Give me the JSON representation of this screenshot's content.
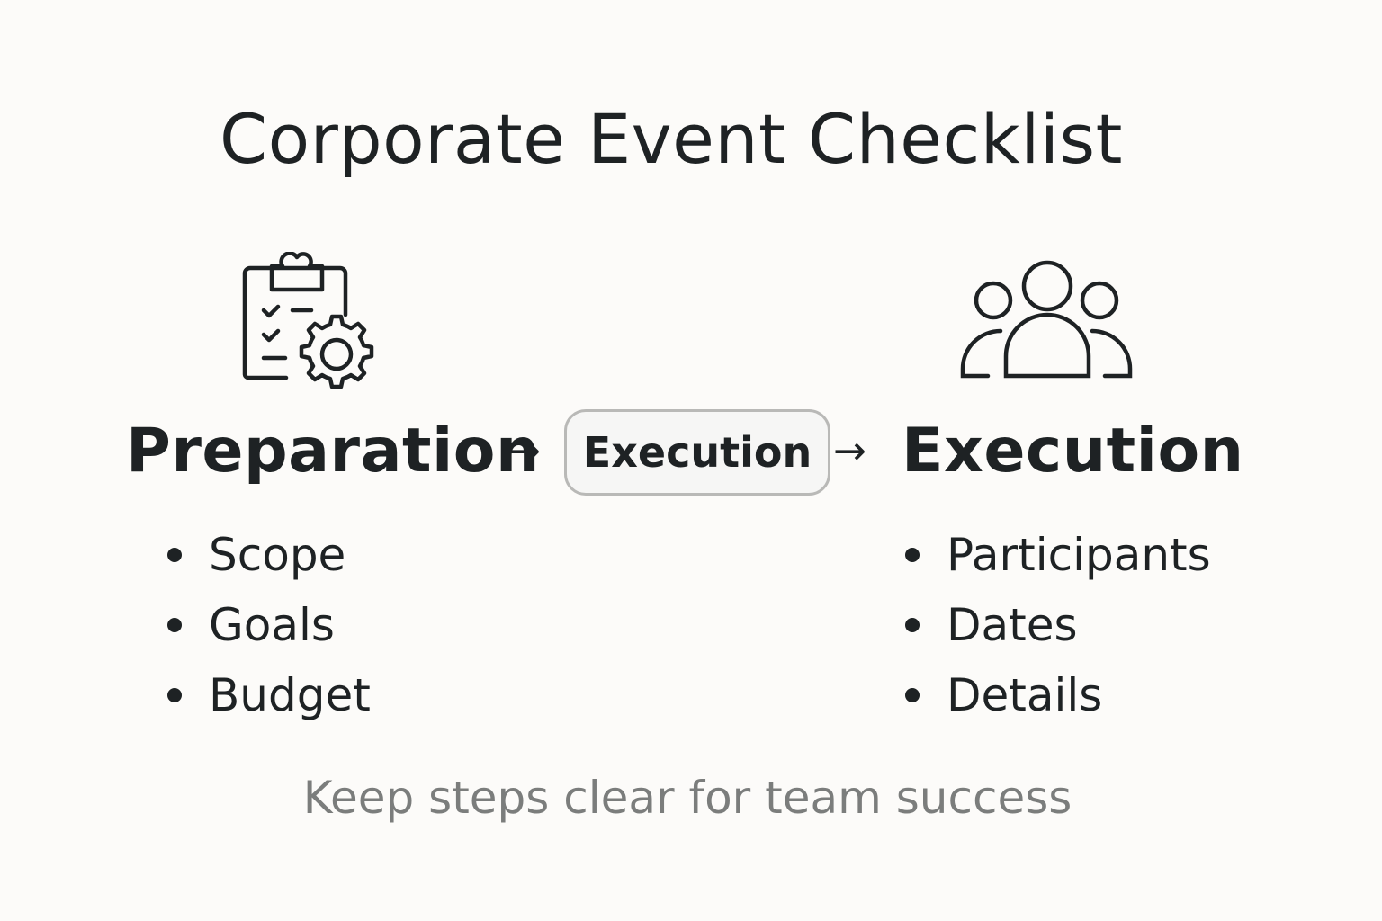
{
  "title": "Corporate Event Checklist",
  "preparation": {
    "icon": "clipboard-checklist-gear-icon",
    "heading": "Preparation",
    "items": [
      "Scope",
      "Goals",
      "Budget"
    ]
  },
  "flow": {
    "arrow_symbol": "→",
    "middle_label": "Execution"
  },
  "execution": {
    "icon": "team-group-icon",
    "heading": "Execution",
    "items": [
      "Participants",
      "Dates",
      "Details"
    ]
  },
  "footer": "Keep steps clear for team success",
  "colors": {
    "background": "#fcfbf9",
    "text": "#1e2224",
    "muted_text": "#7b7d7c",
    "pill_border": "#b9b9b7",
    "pill_fill": "#f6f6f5"
  }
}
